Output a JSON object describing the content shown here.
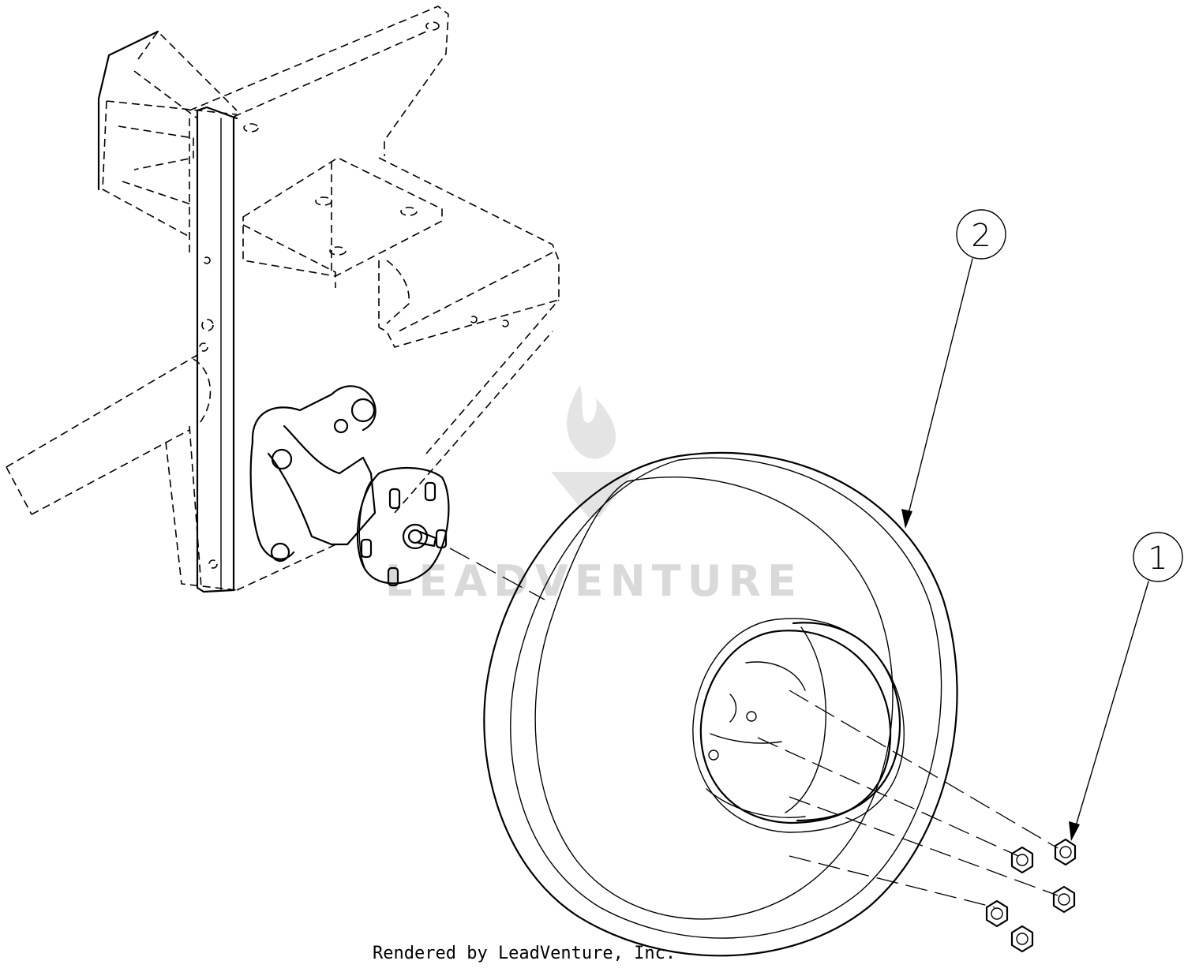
{
  "diagram": {
    "callouts": [
      {
        "label": "2",
        "part": "wheel assembly"
      },
      {
        "label": "1",
        "part": "lug nut"
      }
    ],
    "watermark": "LEADVENTURE",
    "credit": "Rendered by LeadVenture, Inc."
  }
}
